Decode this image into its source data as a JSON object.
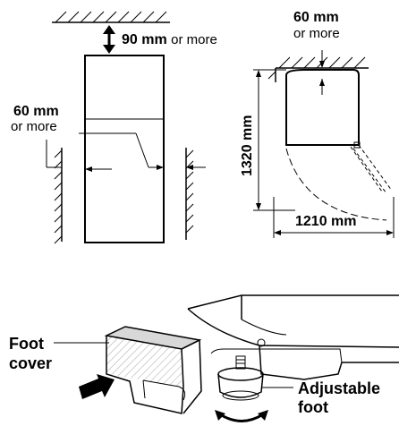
{
  "front_view": {
    "top_value": "90 mm",
    "top_suffix": "or more",
    "side_value": "60 mm",
    "side_suffix": "or more"
  },
  "side_view": {
    "top_value": "60 mm",
    "top_suffix": "or more",
    "height": "1320 mm",
    "depth": "1210 mm"
  },
  "foot_detail": {
    "foot_cover_line1": "Foot",
    "foot_cover_line2": "cover",
    "adjustable_line1": "Adjustable",
    "adjustable_line2": "foot"
  }
}
